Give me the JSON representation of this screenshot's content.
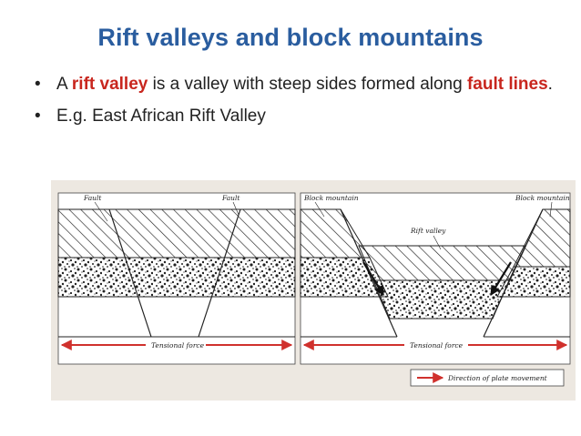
{
  "title": "Rift valleys and block mountains",
  "bullets": [
    {
      "text_before": "A ",
      "highlight_1": "rift valley",
      "text_middle": " is a valley with steep sides formed along ",
      "highlight_2": "fault lines",
      "text_after": "."
    },
    {
      "text": "E.g. East African Rift Valley"
    }
  ],
  "diagram": {
    "left_panel": {
      "fault_label_left": "Fault",
      "fault_label_right": "Fault",
      "force_label": "Tensional force"
    },
    "right_panel": {
      "block_mountain_left": "Block mountain",
      "block_mountain_right": "Block mountain",
      "rift_valley_label": "Rift valley",
      "force_label": "Tensional force"
    },
    "legend": {
      "label": "Direction of plate movement"
    },
    "colors": {
      "title": "#2a5d9f",
      "highlight": "#c8261e",
      "arrow": "#d0312d",
      "panel_bg": "#ede8e1"
    }
  }
}
